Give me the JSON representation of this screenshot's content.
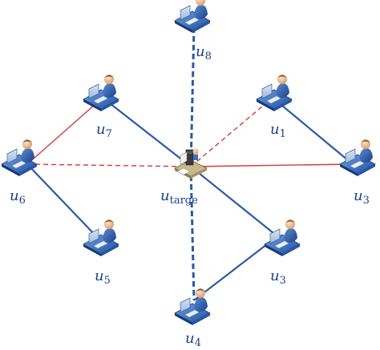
{
  "colors": {
    "blue_link": "#2c58a8",
    "red_link": "#d43a3a",
    "label": "#1a3f8f"
  },
  "nodes": [
    {
      "id": "u8",
      "label_main": "u",
      "label_sub": "8",
      "icon": "user-workstation-icon"
    },
    {
      "id": "u7",
      "label_main": "u",
      "label_sub": "7",
      "icon": "user-workstation-icon"
    },
    {
      "id": "u1",
      "label_main": "u",
      "label_sub": "1",
      "icon": "user-workstation-icon"
    },
    {
      "id": "u6",
      "label_main": "u",
      "label_sub": "6",
      "icon": "user-workstation-icon"
    },
    {
      "id": "u3_right",
      "label_main": "u",
      "label_sub": "3",
      "icon": "user-workstation-icon"
    },
    {
      "id": "utarget",
      "label_main": "u",
      "label_sub": "targe",
      "icon": "target-computer-icon"
    },
    {
      "id": "u5",
      "label_main": "u",
      "label_sub": "5",
      "icon": "user-workstation-icon"
    },
    {
      "id": "u3_lower",
      "label_main": "u",
      "label_sub": "3",
      "icon": "user-workstation-icon"
    },
    {
      "id": "u4",
      "label_main": "u",
      "label_sub": "4",
      "icon": "user-workstation-icon"
    }
  ],
  "edges": [
    {
      "from": "u8",
      "to": "utarget",
      "color": "blue",
      "style": "dashed"
    },
    {
      "from": "utarget",
      "to": "u4",
      "color": "blue",
      "style": "dashed"
    },
    {
      "from": "u7",
      "to": "utarget",
      "color": "blue",
      "style": "solid"
    },
    {
      "from": "utarget",
      "to": "u3_lower",
      "color": "blue",
      "style": "solid"
    },
    {
      "from": "u3_lower",
      "to": "u4",
      "color": "blue",
      "style": "solid"
    },
    {
      "from": "u1",
      "to": "u3_right",
      "color": "blue",
      "style": "solid"
    },
    {
      "from": "u6",
      "to": "u5",
      "color": "blue",
      "style": "solid"
    },
    {
      "from": "u6",
      "to": "u7",
      "color": "red",
      "style": "solid"
    },
    {
      "from": "u6",
      "to": "utarget",
      "color": "red",
      "style": "dashed"
    },
    {
      "from": "utarget",
      "to": "u1",
      "color": "red",
      "style": "dashed"
    },
    {
      "from": "utarget",
      "to": "u3_right",
      "color": "red",
      "style": "solid"
    }
  ]
}
